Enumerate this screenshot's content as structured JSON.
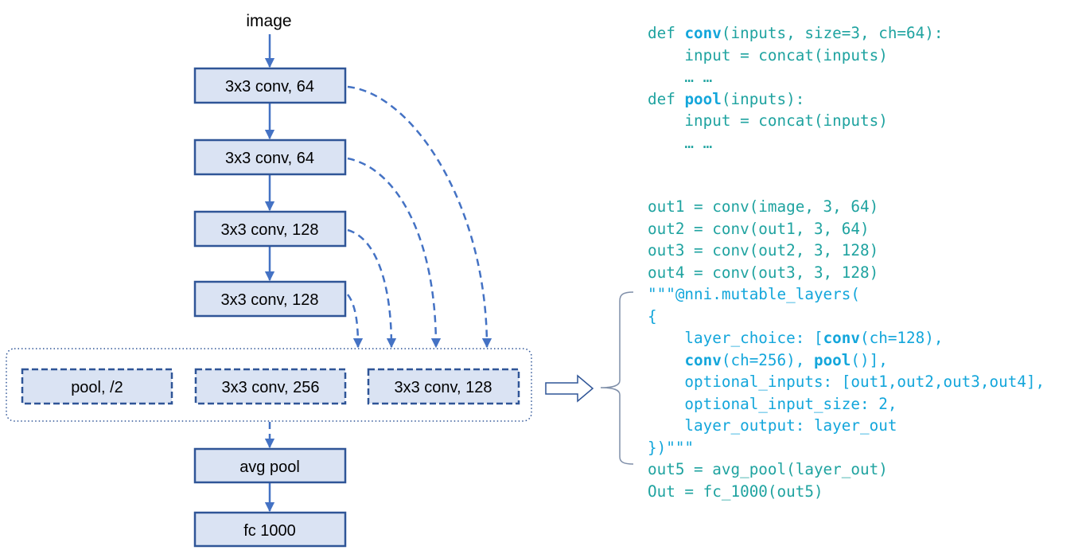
{
  "diagram": {
    "input_label": "image",
    "blocks": [
      "3x3 conv, 64",
      "3x3 conv, 64",
      "3x3 conv, 128",
      "3x3 conv, 128"
    ],
    "choices": [
      "pool, /2",
      "3x3 conv, 256",
      "3x3 conv, 128"
    ],
    "tail": [
      "avg pool",
      "fc 1000"
    ]
  },
  "code": {
    "top": [
      [
        {
          "t": "def "
        },
        {
          "t": "conv",
          "c": "kw"
        },
        {
          "t": "(inputs, size=3, ch=64):"
        }
      ],
      [
        {
          "t": "    input = concat(inputs)"
        }
      ],
      [
        {
          "t": "    … …"
        }
      ],
      [
        {
          "t": "def "
        },
        {
          "t": "pool",
          "c": "kw"
        },
        {
          "t": "(inputs):"
        }
      ],
      [
        {
          "t": "    input = concat(inputs)"
        }
      ],
      [
        {
          "t": "    … …"
        }
      ]
    ],
    "bottom": [
      [
        {
          "t": "out1 = conv(image, 3, 64)"
        }
      ],
      [
        {
          "t": "out2 = conv(out1, 3, 64)"
        }
      ],
      [
        {
          "t": "out3 = conv(out2, 3, 128)"
        }
      ],
      [
        {
          "t": "out4 = conv(out3, 3, 128)"
        }
      ],
      [
        {
          "t": "\"\"\"@nni.mutable_layers(",
          "c": "dec"
        }
      ],
      [
        {
          "t": "{",
          "c": "dec"
        }
      ],
      [
        {
          "t": "    layer_choice: [",
          "c": "dec"
        },
        {
          "t": "conv",
          "c": "kw"
        },
        {
          "t": "(ch=128),",
          "c": "dec"
        }
      ],
      [
        {
          "t": "    ",
          "c": "dec"
        },
        {
          "t": "conv",
          "c": "kw"
        },
        {
          "t": "(ch=256), ",
          "c": "dec"
        },
        {
          "t": "pool",
          "c": "kw"
        },
        {
          "t": "()],",
          "c": "dec"
        }
      ],
      [
        {
          "t": "    optional_inputs: [out1,out2,out3,out4],",
          "c": "dec"
        }
      ],
      [
        {
          "t": "    optional_input_size: 2,",
          "c": "dec"
        }
      ],
      [
        {
          "t": "    layer_output: layer_out",
          "c": "dec"
        }
      ],
      [
        {
          "t": "})\"\"\"",
          "c": "dec"
        }
      ],
      [
        {
          "t": "out5 = avg_pool(layer_out)"
        }
      ],
      [
        {
          "t": "Out = fc_1000(out5)"
        }
      ]
    ]
  },
  "colors": {
    "box_fill": "#DAE3F3",
    "box_stroke": "#2F5597",
    "arrow": "#4472C4",
    "code_text": "#1FA3A0",
    "code_keyword": "#13A6DB"
  }
}
